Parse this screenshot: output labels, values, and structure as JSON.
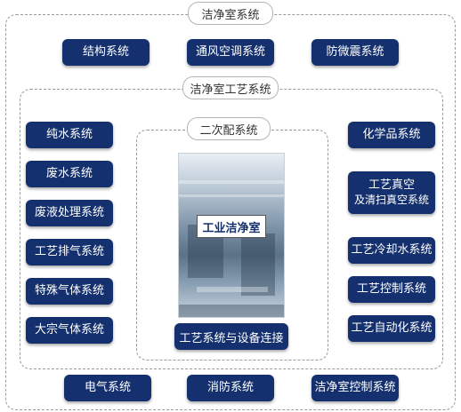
{
  "outer": {
    "title": "洁净室系统"
  },
  "top_row": [
    "结构系统",
    "通风空调系统",
    "防微震系统"
  ],
  "middle": {
    "title": "洁净室工艺系统"
  },
  "inner": {
    "title": "二次配系统",
    "photo_label": "工业洁净室",
    "bottom_label": "工艺系统与设备连接"
  },
  "left_col": [
    "纯水系统",
    "废水系统",
    "废液处理系统",
    "工艺排气系统",
    "特殊气体系统",
    "大宗气体系统"
  ],
  "right_col": {
    "chem": "化学品系统",
    "vac_line1": "工艺真空",
    "vac_line2": "及清扫真空系统",
    "cooling": "工艺冷却水系统",
    "control": "工艺控制系统",
    "automation": "工艺自动化系统"
  },
  "bottom_row": [
    "电气系统",
    "消防系统",
    "洁净室控制系统"
  ],
  "colors": {
    "box": "#14306e",
    "frame": "#9a9a9a"
  }
}
